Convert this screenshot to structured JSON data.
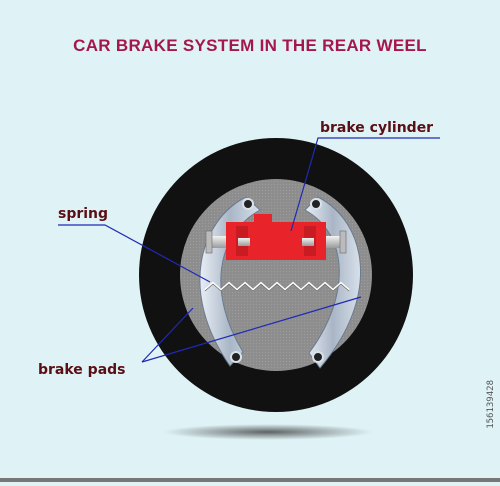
{
  "title": "CAR BRAKE SYSTEM IN THE REAR WEEL",
  "labels": {
    "brake_cylinder": "brake cylinder",
    "spring": "spring",
    "brake_pads": "brake pads"
  },
  "watermark_id": "156139428",
  "colors": {
    "background": "#dff3f6",
    "title": "#a5174b",
    "label": "#5a0f14",
    "leader_line": "#1f2ab5",
    "tire": "#111111",
    "drum": "#8a8a8a",
    "shoe": "#bcc8d6",
    "cylinder": "#e8232a"
  }
}
